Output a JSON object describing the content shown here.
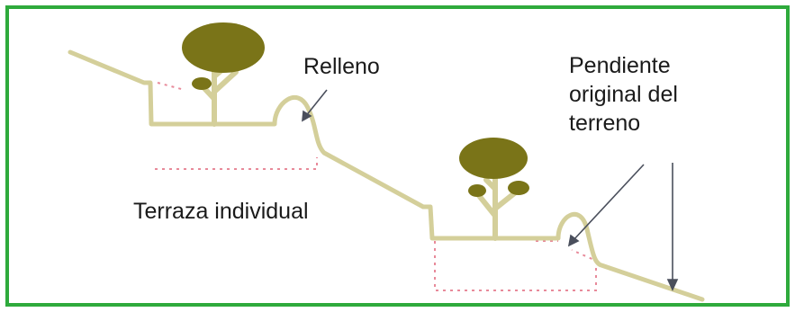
{
  "diagram": {
    "labels": {
      "relleno": "Relleno",
      "pendiente_line1": "Pendiente",
      "pendiente_line2": "original del",
      "pendiente_line3": "terreno",
      "terraza": "Terraza individual"
    },
    "colors": {
      "border": "#2eaa3c",
      "terrain": "#d4cf9a",
      "tree": "#7a7418",
      "dotted_fill": "#e88a9a",
      "arrow": "#4a4f5c",
      "text": "#1a1a1a"
    }
  }
}
